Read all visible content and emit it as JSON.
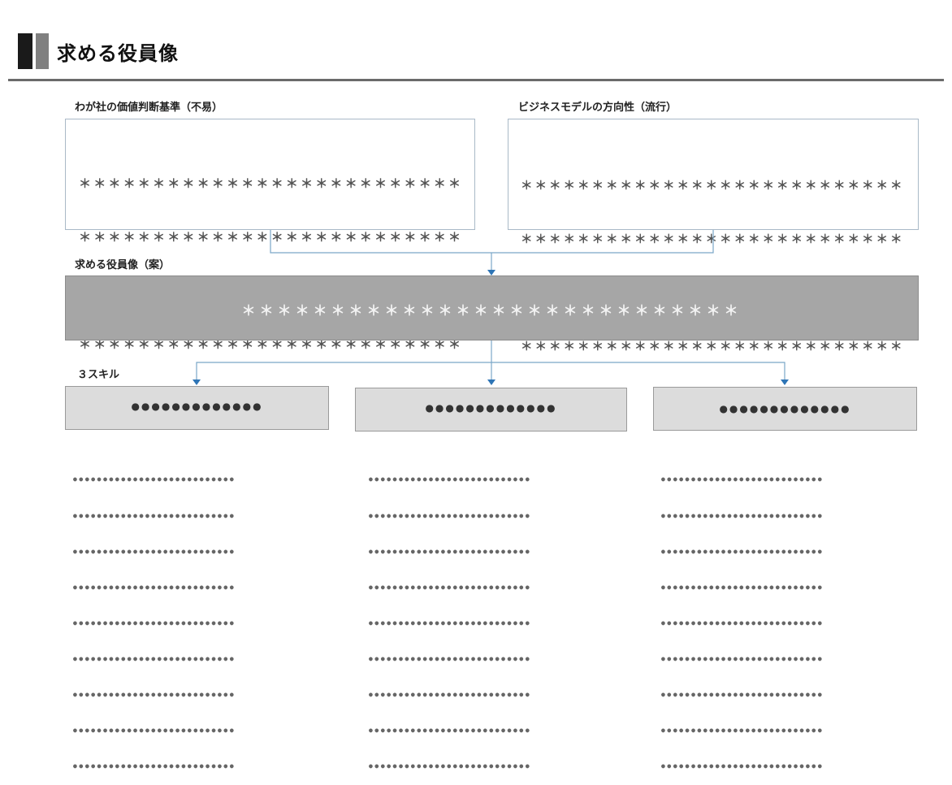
{
  "header": {
    "title": "求める役員像"
  },
  "left_panel": {
    "label": "わが社の価値判断基準（不易）",
    "lines": [
      "＊＊＊＊＊＊＊＊＊＊＊＊＊＊＊＊＊＊＊＊＊＊＊＊＊＊",
      "＊＊＊＊＊＊＊＊＊＊＊＊＊＊＊＊＊＊＊＊＊＊＊＊＊＊",
      "＊＊＊＊＊＊＊＊＊＊＊＊＊＊＊＊＊＊＊＊＊＊＊＊＊＊",
      "＊＊＊＊＊＊＊＊＊＊＊＊＊＊＊＊＊＊＊＊＊＊＊＊＊＊"
    ]
  },
  "right_panel": {
    "label": "ビジネスモデルの方向性（流行）",
    "lines": [
      "＊＊＊＊＊＊＊＊＊＊＊＊＊＊＊＊＊＊＊＊＊＊＊＊＊＊＊",
      "＊＊＊＊＊＊＊＊＊＊＊＊＊＊＊＊＊＊＊＊＊＊＊＊＊＊＊",
      "＊＊＊＊＊＊＊＊＊＊＊＊＊＊＊＊＊＊＊＊＊＊＊＊＊＊＊",
      "＊＊＊＊＊＊＊＊＊＊＊＊＊＊＊＊＊＊＊＊＊＊＊＊＊＊＊"
    ]
  },
  "ideal": {
    "label": "求める役員像（案）",
    "text": "＊＊＊＊＊＊＊＊＊＊＊＊＊＊＊＊＊＊＊＊＊＊＊＊＊＊＊＊"
  },
  "skills": {
    "label": "３スキル",
    "items": [
      {
        "title": "●●●●●●●●●●●●●",
        "lines": [
          "●●●●●●●●●●●●●●●●●●●●●●●●●●●",
          "●●●●●●●●●●●●●●●●●●●●●●●●●●●",
          "●●●●●●●●●●●●●●●●●●●●●●●●●●●",
          "●●●●●●●●●●●●●●●●●●●●●●●●●●●",
          "●●●●●●●●●●●●●●●●●●●●●●●●●●●",
          "●●●●●●●●●●●●●●●●●●●●●●●●●●●",
          "●●●●●●●●●●●●●●●●●●●●●●●●●●●",
          "●●●●●●●●●●●●●●●●●●●●●●●●●●●",
          "●●●●●●●●●●●●●●●●●●●●●●●●●●●"
        ]
      },
      {
        "title": "●●●●●●●●●●●●●",
        "lines": [
          "●●●●●●●●●●●●●●●●●●●●●●●●●●●",
          "●●●●●●●●●●●●●●●●●●●●●●●●●●●",
          "●●●●●●●●●●●●●●●●●●●●●●●●●●●",
          "●●●●●●●●●●●●●●●●●●●●●●●●●●●",
          "●●●●●●●●●●●●●●●●●●●●●●●●●●●",
          "●●●●●●●●●●●●●●●●●●●●●●●●●●●",
          "●●●●●●●●●●●●●●●●●●●●●●●●●●●",
          "●●●●●●●●●●●●●●●●●●●●●●●●●●●",
          "●●●●●●●●●●●●●●●●●●●●●●●●●●●"
        ]
      },
      {
        "title": "●●●●●●●●●●●●●",
        "lines": [
          "●●●●●●●●●●●●●●●●●●●●●●●●●●●",
          "●●●●●●●●●●●●●●●●●●●●●●●●●●●",
          "●●●●●●●●●●●●●●●●●●●●●●●●●●●",
          "●●●●●●●●●●●●●●●●●●●●●●●●●●●",
          "●●●●●●●●●●●●●●●●●●●●●●●●●●●",
          "●●●●●●●●●●●●●●●●●●●●●●●●●●●",
          "●●●●●●●●●●●●●●●●●●●●●●●●●●●",
          "●●●●●●●●●●●●●●●●●●●●●●●●●●●",
          "●●●●●●●●●●●●●●●●●●●●●●●●●●●"
        ]
      }
    ]
  },
  "colors": {
    "connector": "#7aa6c8",
    "arrow": "#2e75b6",
    "band": "#a6a6a6",
    "skill_box": "#dcdcdc"
  }
}
